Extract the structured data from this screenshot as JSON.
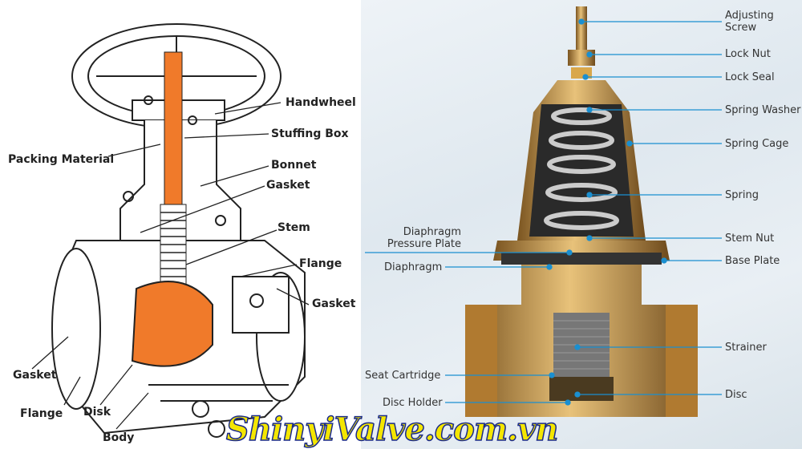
{
  "gate_valve": {
    "labels": [
      "Handwheel",
      "Stuffing Box",
      "Packing Material",
      "Bonnet",
      "Gasket",
      "Stem",
      "Flange",
      "Gasket",
      "Gasket",
      "Flange",
      "Disk",
      "Body"
    ],
    "accent_color": "#f07a2a"
  },
  "pressure_reducing_valve": {
    "labels": [
      "Adjusting Screw",
      "Lock Nut",
      "Lock Seal",
      "Spring Washer",
      "Spring Cage",
      "Spring",
      "Stem Nut",
      "Base Plate",
      "Strainer",
      "Disc",
      "Diaphragm Pressure Plate",
      "Diaphragm",
      "Seat Cartridge",
      "Disc Holder"
    ],
    "leader_color": "#1a8fd0",
    "body_color": "#b8863a"
  },
  "watermark": "ShinyiValve.com.vn"
}
